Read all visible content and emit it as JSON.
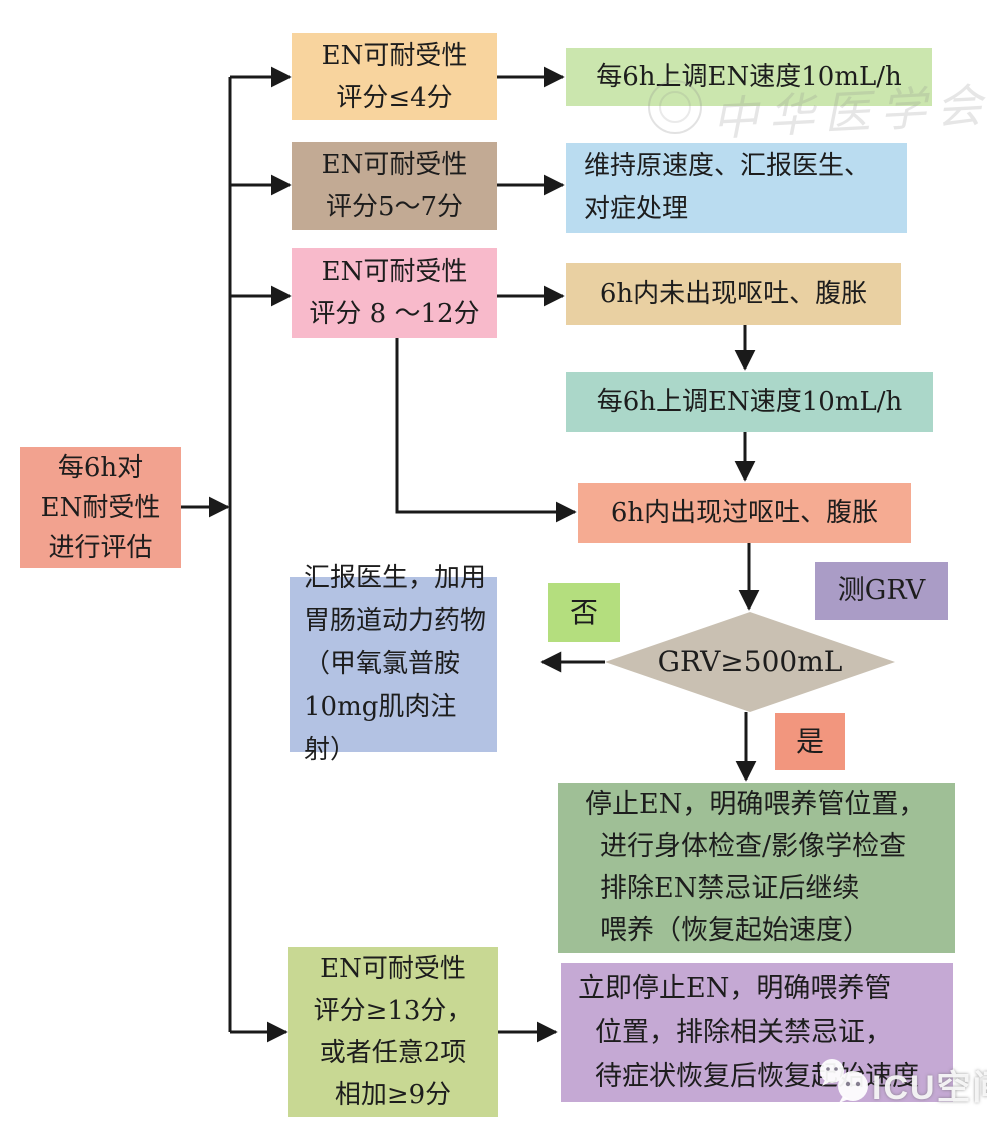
{
  "flow": {
    "start": {
      "text": "每6h对\nEN耐受性\n进行评估"
    },
    "score_le4": {
      "text": "EN可耐受性\n评分≤4分"
    },
    "score_5_7": {
      "text": "EN可耐受性\n评分5～7分"
    },
    "score_8_12": {
      "text": "EN可耐受性\n评分 8 ～12分"
    },
    "score_ge13": {
      "text": "EN可耐受性\n评分≥13分，\n或者任意2项\n相加≥9分"
    },
    "increase_top": {
      "text": "每6h上调EN速度10mL/h"
    },
    "maintain": {
      "text": "维持原速度、汇报医生、\n对症处理"
    },
    "no_vomit": {
      "text": "6h内未出现呕吐、腹胀"
    },
    "increase_mid": {
      "text": "每6h上调EN速度10mL/h"
    },
    "vomit": {
      "text": "6h内出现过呕吐、腹胀"
    },
    "measure_grv": {
      "text": "测GRV"
    },
    "grv_decision": {
      "text": "GRV≥500mL"
    },
    "no_label": {
      "text": "否"
    },
    "yes_label": {
      "text": "是"
    },
    "prokinetic": {
      "text": "汇报医生，加用\n胃肠道动力药物\n（甲氧氯普胺\n10mg肌肉注射）"
    },
    "stop_en": {
      "text": "停止EN，明确喂养管位置，\n进行身体检查/影像学检查\n排除EN禁忌证后继续\n喂养（恢复起始速度）"
    },
    "stop_immediate": {
      "text": "立即停止EN，明确喂养管\n位置，排除相关禁忌证，\n待症状恢复后恢复起始速度"
    }
  },
  "watermark": {
    "society": "中华医学会",
    "brand": "ICU空间"
  },
  "colors": {
    "start_box": "#f2a28f",
    "score_le4": "#f8d49e",
    "score_5_7": "#c2aa94",
    "score_8_12": "#f8bacb",
    "score_ge13": "#c8d893",
    "increase_top": "#cbe6ae",
    "maintain": "#badcf0",
    "no_vomit": "#e9d0a2",
    "increase_mid": "#abd7c9",
    "vomit": "#f5ab92",
    "measure_grv": "#aa9cc6",
    "decision_diamond": "#c9c0b2",
    "no_label": "#b4de7e",
    "yes_label": "#f2967e",
    "stop_en": "#9fbf96",
    "stop_immediate": "#c5a9d4",
    "connector": "#1a1a1a"
  }
}
